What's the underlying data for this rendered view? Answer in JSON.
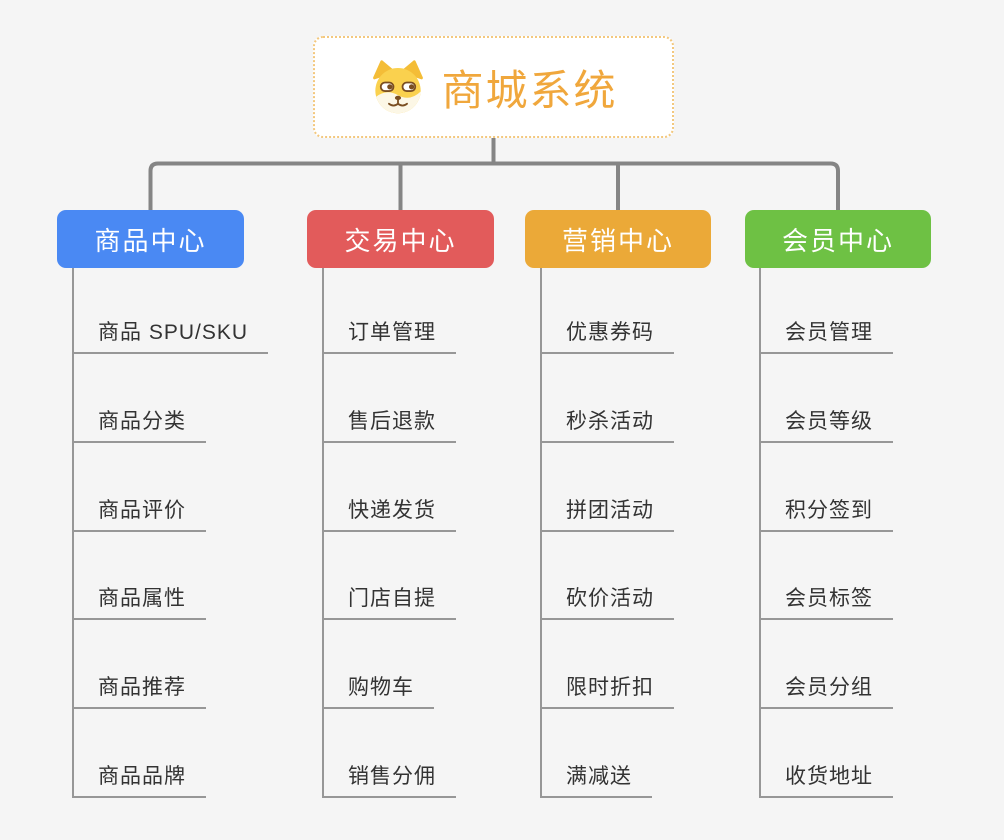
{
  "root": {
    "title": "商城系统",
    "icon": "dog-face-icon"
  },
  "branches": [
    {
      "label": "商品中心",
      "color": "#4a89f3",
      "children": [
        "商品 SPU/SKU",
        "商品分类",
        "商品评价",
        "商品属性",
        "商品推荐",
        "商品品牌"
      ]
    },
    {
      "label": "交易中心",
      "color": "#e25b5b",
      "children": [
        "订单管理",
        "售后退款",
        "快递发货",
        "门店自提",
        "购物车",
        "销售分佣"
      ]
    },
    {
      "label": "营销中心",
      "color": "#eba938",
      "children": [
        "优惠券码",
        "秒杀活动",
        "拼团活动",
        "砍价活动",
        "限时折扣",
        "满减送"
      ]
    },
    {
      "label": "会员中心",
      "color": "#6ec144",
      "children": [
        "会员管理",
        "会员等级",
        "积分签到",
        "会员标签",
        "会员分组",
        "收货地址"
      ]
    }
  ],
  "colors": {
    "background": "#f5f5f5",
    "connector": "#858585",
    "leaf_line": "#979797",
    "root_text": "#f0a73c",
    "root_border": "#f3c87e",
    "leaf_text": "#333333",
    "branch_text": "#ffffff"
  }
}
